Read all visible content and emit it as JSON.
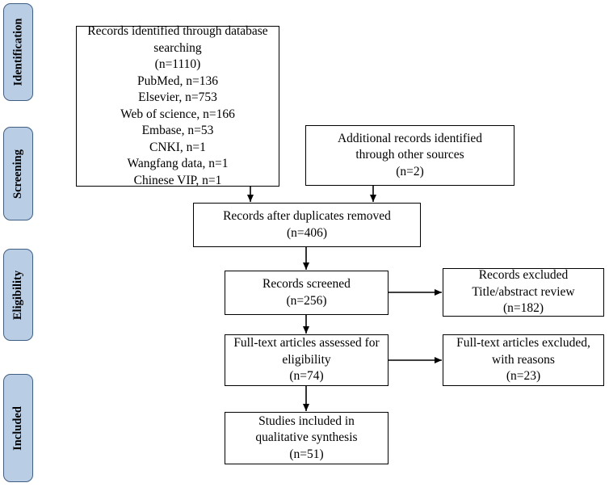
{
  "phases": {
    "identification": "Identification",
    "screening": "Screening",
    "eligibility": "Eligibility",
    "included": "Included"
  },
  "boxes": {
    "database": [
      "Records identified through database",
      "searching",
      "(n=1110)",
      "PubMed, n=136",
      "Elsevier, n=753",
      "Web of science, n=166",
      "Embase, n=53",
      "CNKI, n=1",
      "Wangfang data, n=1",
      "Chinese VIP, n=1"
    ],
    "additional": [
      "Additional records identified",
      "through other sources",
      "(n=2)"
    ],
    "duplicates_removed": [
      "Records after duplicates removed",
      "(n=406)"
    ],
    "screened": [
      "Records screened",
      "(n=256)"
    ],
    "excluded": [
      "Records excluded",
      "Title/abstract review",
      "(n=182)"
    ],
    "fulltext": [
      "Full-text articles assessed for",
      "eligibility",
      "(n=74)"
    ],
    "fulltext_excluded": [
      "Full-text articles excluded,",
      "with reasons",
      "(n=23)"
    ],
    "included": [
      "Studies included in",
      "qualitative synthesis",
      "(n=51)"
    ]
  },
  "colors": {
    "phase_fill": "#b9cde5",
    "phase_border": "#3f5f87",
    "line": "#000000"
  }
}
